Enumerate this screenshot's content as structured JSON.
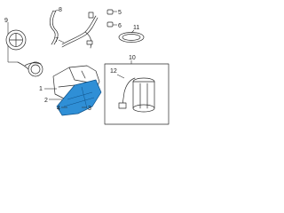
{
  "callouts": {
    "c1": "1",
    "c2": "2",
    "c3": "3",
    "c4": "4",
    "c5": "5",
    "c6": "6",
    "c7": "7",
    "c8": "8",
    "c9": "9",
    "c10": "10",
    "c11": "11"
  },
  "colors": {
    "highlight": "#2f8fd6",
    "outline": "#2a2a2a",
    "background": "#ffffff"
  }
}
